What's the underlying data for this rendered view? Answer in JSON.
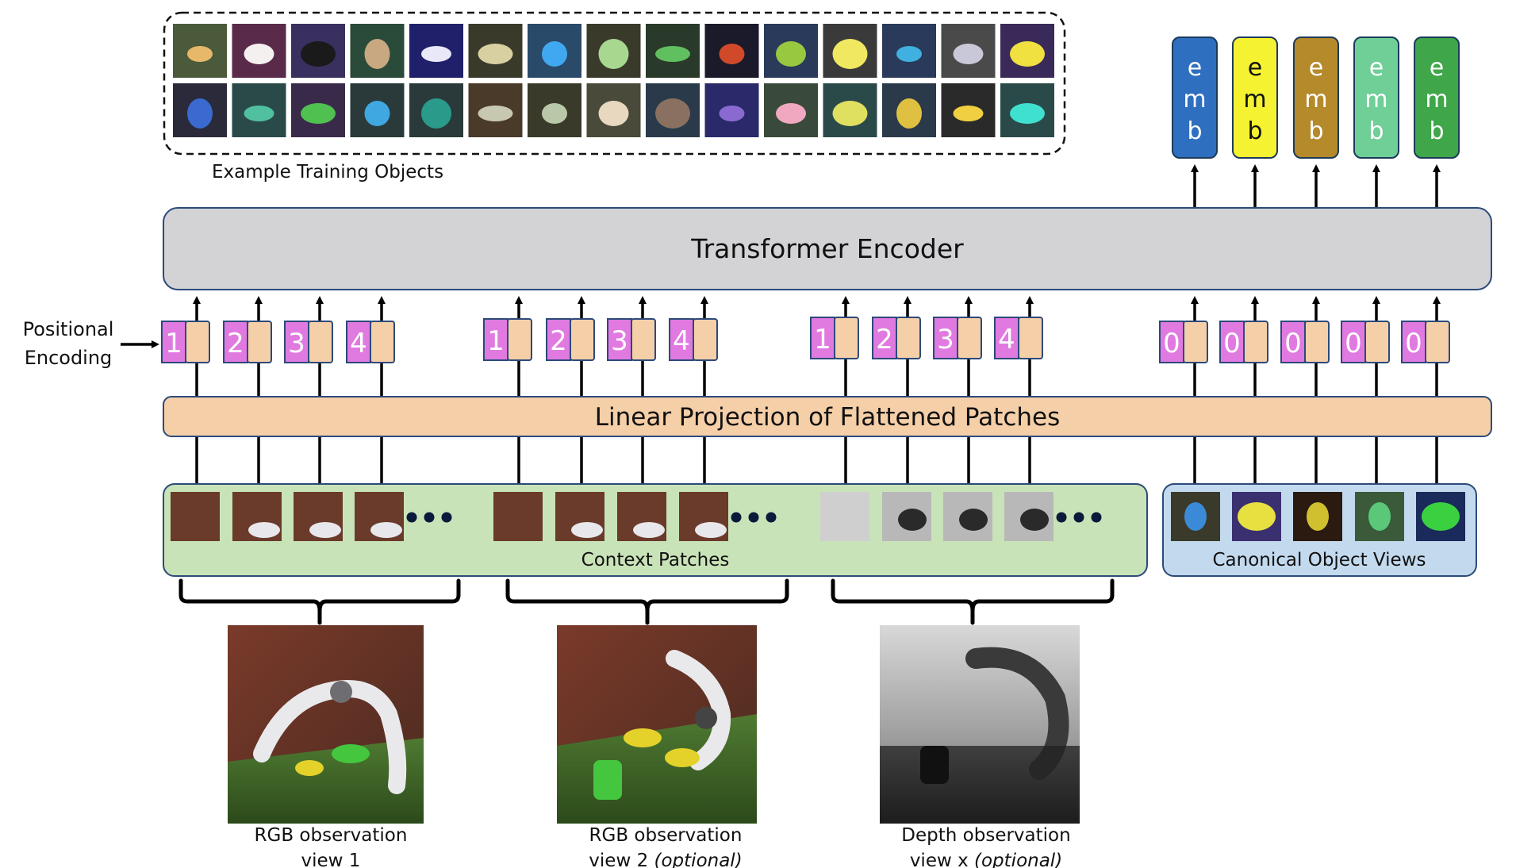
{
  "example_objects_caption": "Example Training Objects",
  "transformer_label": "Transformer Encoder",
  "positional_encoding_line1": "Positional",
  "positional_encoding_line2": "Encoding",
  "linear_projection_label": "Linear Projection of Flattened Patches",
  "context_patches_label": "Context Patches",
  "canonical_views_label": "Canonical Object Views",
  "embedding_token": {
    "line1": "e",
    "line2": "m",
    "line3": "b"
  },
  "embedding_colors": [
    "#2f6fbf",
    "#f5f232",
    "#b58a2b",
    "#6fcf97",
    "#3fa64a"
  ],
  "patch_groups": [
    {
      "indices": [
        "1",
        "2",
        "3",
        "4"
      ]
    },
    {
      "indices": [
        "1",
        "2",
        "3",
        "4"
      ]
    },
    {
      "indices": [
        "1",
        "2",
        "3",
        "4"
      ]
    }
  ],
  "canonical_indices": [
    "0",
    "0",
    "0",
    "0",
    "0"
  ],
  "observations": [
    {
      "line1": "RGB observation",
      "line2": "view 1",
      "line2_italic": ""
    },
    {
      "line1": "RGB observation",
      "line2": "view 2 ",
      "line2_italic": "(optional)"
    },
    {
      "line1": "Depth observation",
      "line2": "view x ",
      "line2_italic": "(optional)"
    }
  ],
  "colors": {
    "pos_box": "#e07ae0",
    "token_box": "#f5cfa8",
    "projection_bar": "#f5cfa8",
    "transformer_bar": "#d3d3d6",
    "context_bg": "#c9e3b8",
    "canonical_bg": "#c3d9ee"
  }
}
